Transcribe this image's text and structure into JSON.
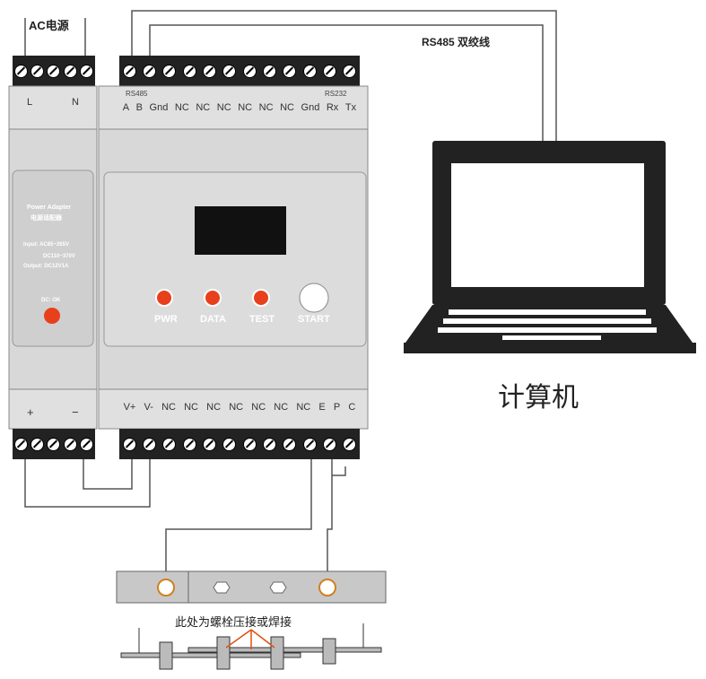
{
  "power_module": {
    "supply_label": "AC电源",
    "top_terminals": [
      "L",
      "N"
    ],
    "bottom_terminals": [
      "+",
      "−"
    ],
    "title_en": "Power Adapter",
    "title_cn": "电源适配器",
    "input_line1": "Input: AC85~265V",
    "input_line2": "DC110~370V",
    "output": "Output: DC12V1A",
    "indicator_label": "DC: OK"
  },
  "main_module": {
    "top_group_left": "RS485",
    "top_group_right": "RS232",
    "top_pins": [
      "A",
      "B",
      "Gnd",
      "NC",
      "NC",
      "NC",
      "NC",
      "NC",
      "NC",
      "Gnd",
      "Rx",
      "Tx"
    ],
    "bottom_pins": [
      "V+",
      "V-",
      "NC",
      "NC",
      "NC",
      "NC",
      "NC",
      "NC",
      "NC",
      "E",
      "P",
      "C"
    ],
    "leds": [
      "PWR",
      "DATA",
      "TEST"
    ],
    "start_button": "START",
    "colors": {
      "led": "#e8401c",
      "body": "#dcdcdc"
    }
  },
  "cable_label": "RS485 双绞线",
  "computer_label": "计算机",
  "busbar_note": "此处为螺栓压接或焊接"
}
